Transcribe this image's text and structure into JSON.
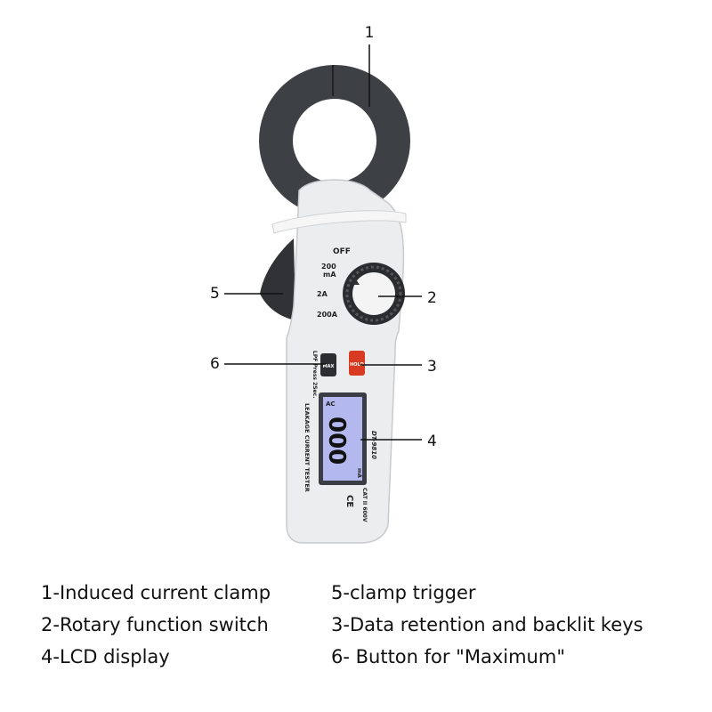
{
  "callouts": [
    "1",
    "2",
    "3",
    "4",
    "5",
    "6"
  ],
  "device": {
    "dial_labels": [
      "OFF",
      "200",
      "mA",
      "2A",
      "200A"
    ],
    "hold_label": "HOLD",
    "max_label": "MAX",
    "lpf_label": "LPF Press 2Sec.",
    "lcd_ac": "AC",
    "lcd_digits": "000",
    "lcd_unit": "mA",
    "title": "LEAKAGE CURRENT TESTER",
    "model": "DT-9810",
    "cat": "CAT II 600V",
    "ce": "CE"
  },
  "legend": {
    "left": [
      "1-Induced current clamp",
      "2-Rotary function switch",
      "4-LCD display"
    ],
    "right": [
      "5-clamp trigger",
      "3-Data retention and backlit keys",
      "6- Button for \"Maximum\""
    ]
  }
}
